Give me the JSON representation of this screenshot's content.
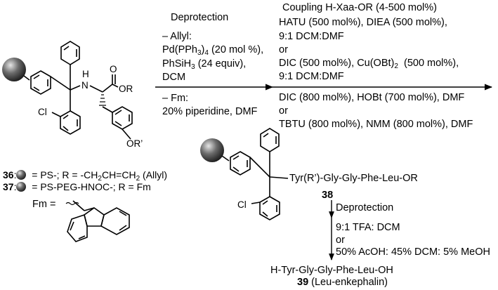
{
  "deprotection_step": {
    "heading": "Deprotection",
    "allyl_label": "– Allyl:",
    "allyl_reagent_1_pre": "Pd(PPh",
    "allyl_reagent_1_sub": "3",
    "allyl_reagent_1_post": ")",
    "allyl_reagent_1_sub2": "4",
    "allyl_reagent_1_tail": " (20 mol %),",
    "allyl_reagent_2_pre": "PhSiH",
    "allyl_reagent_2_sub": "3",
    "allyl_reagent_2_tail": " (24 equiv),",
    "allyl_solvent": "DCM",
    "fm_label": "– Fm:",
    "fm_reagent": "20% piperidine, DMF"
  },
  "coupling_step": {
    "heading": "Coupling H-Xaa-OR (4-500 mol%)",
    "line1": "HATU (500 mol%), DIEA (500 mol%),",
    "line2": "9:1 DCM:DMF",
    "or1": "or",
    "line3_pre": "DIC (500 mol%), Cu(OBt)",
    "line3_sub": "2",
    "line3_post": "  (500 mol%),",
    "line4": "9:1 DCM:DMF",
    "line5": "DIC (800 mol%), HOBt (700 mol%), DMF",
    "or2": "or",
    "line6": "TBTU (800 mol%), NMM (800 mol%), DMF"
  },
  "start_structure": {
    "nh_label": "N",
    "h_label": "H",
    "carbonyl_o": "O",
    "or_label": "OR",
    "cl_label": "Cl",
    "oprime_label": "OR’"
  },
  "legend": {
    "num36": "36",
    "text36": ": ",
    "def36": " = PS-; R = -CH",
    "def36_sub1": "2",
    "def36_mid": "CH=CH",
    "def36_sub2": "2",
    "def36_tail": " (Allyl)",
    "num37": "37",
    "text37": ": ",
    "def37": " = PS-PEG-HNOC-; R = Fm",
    "fm_eq": "Fm ="
  },
  "intermediate": {
    "peptide": "Tyr(R’)-Gly-Gly-Phe-Leu-OR",
    "number": "38",
    "cl_label": "Cl"
  },
  "final_step": {
    "heading": "Deprotection",
    "option1": "9:1 TFA: DCM",
    "or": "or",
    "option2": "50% AcOH: 45% DCM: 5% MeOH"
  },
  "product": {
    "peptide": "H-Tyr-Gly-Gly-Phe-Leu-OH",
    "number": "39",
    "name": " (Leu-enkephalin)"
  }
}
